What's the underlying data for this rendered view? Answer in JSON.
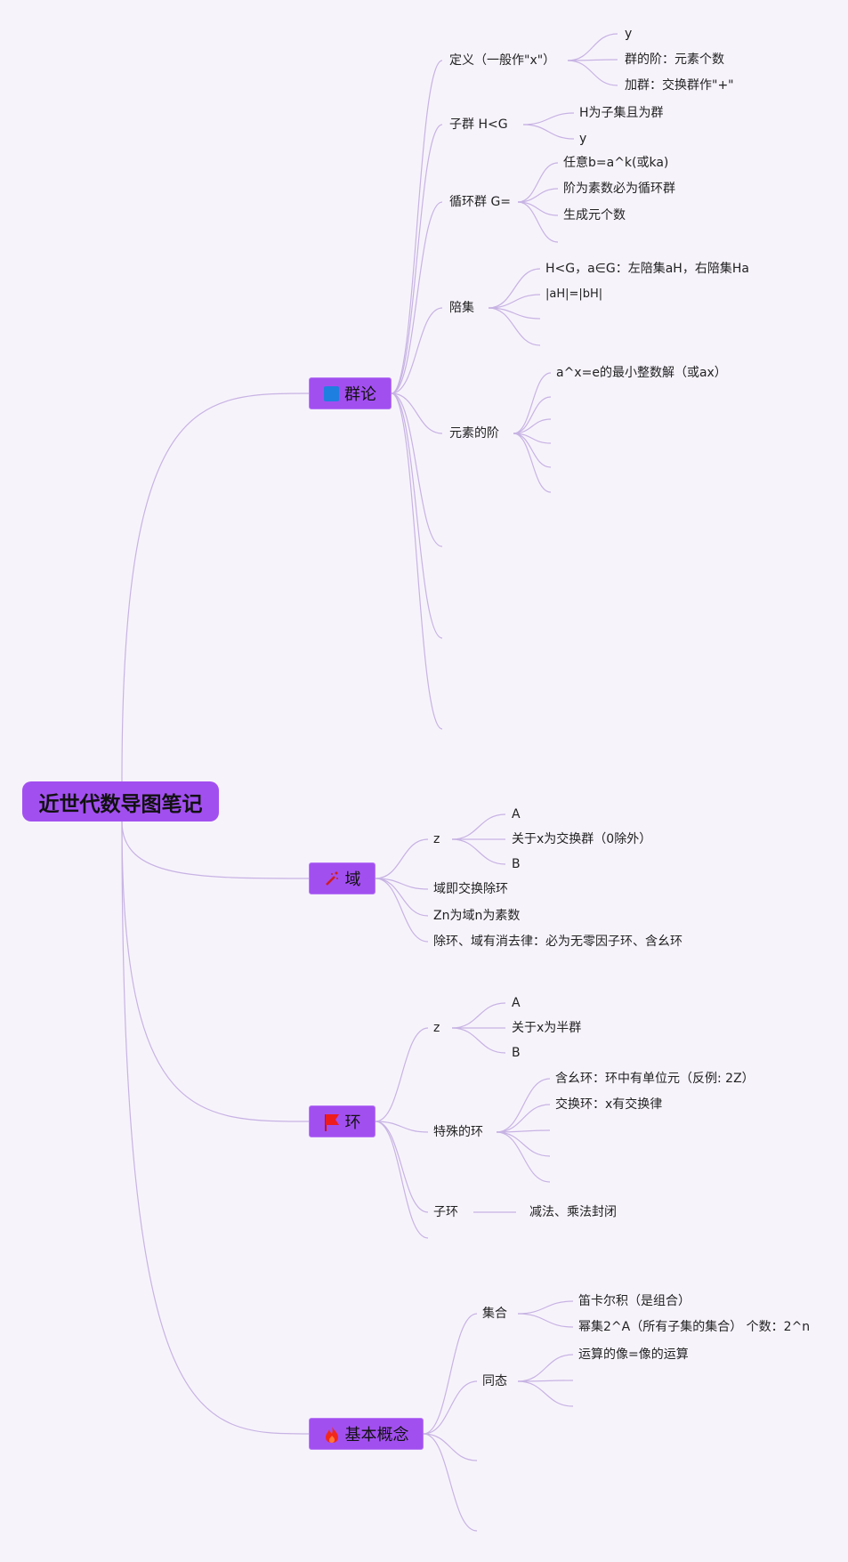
{
  "root": "近世代数导图笔记",
  "colors": {
    "node": "#a24ff0",
    "line": "#c7b3e3",
    "background": "#f7f3fb"
  },
  "group_theory": {
    "label": "群论",
    "icon": "blue-square-icon",
    "definition": {
      "label": "定义（一般作\"x\"）",
      "children": [
        "y",
        "群的阶：元素个数",
        "加群：交换群作\"+\""
      ]
    },
    "subgroup": {
      "label": "子群 H<G",
      "children": [
        "H为子集且为群",
        "y"
      ]
    },
    "cyclic": {
      "label": "循环群 G=",
      "children": [
        "任意b=a^k(或ka)",
        "阶为素数必为循环群",
        "生成元个数"
      ]
    },
    "coset": {
      "label": "陪集",
      "children": [
        "H<G，a∈G：左陪集aH，右陪集Ha",
        "|aH|=|bH|"
      ]
    },
    "order": {
      "label": "元素的阶",
      "children": [
        "a^x=e的最小整数解（或ax）"
      ]
    }
  },
  "field": {
    "label": "域",
    "icon": "magic-wand-icon",
    "z": {
      "label": "z",
      "children": [
        "A",
        "关于x为交换群（0除外）",
        "B"
      ]
    },
    "items": [
      "域即交换除环",
      "Zn为域n为素数",
      "除环、域有消去律：必为无零因子环、含幺环"
    ]
  },
  "ring": {
    "label": "环",
    "icon": "flag-icon",
    "z": {
      "label": "z",
      "children": [
        "A",
        "关于x为半群",
        "B"
      ]
    },
    "special": {
      "label": "特殊的环",
      "children": [
        "含幺环：环中有单位元（反例: 2Z）",
        "交换环：x有交换律"
      ]
    },
    "subring": {
      "label": "子环",
      "children": [
        "减法、乘法封闭"
      ]
    }
  },
  "basics": {
    "label": "基本概念",
    "icon": "fire-icon",
    "set": {
      "label": "集合",
      "children": [
        "笛卡尔积（是组合）",
        "幂集2^A（所有子集的集合） 个数：2^n"
      ]
    },
    "homomorphism": {
      "label": "同态",
      "children": [
        "运算的像=像的运算"
      ]
    }
  }
}
